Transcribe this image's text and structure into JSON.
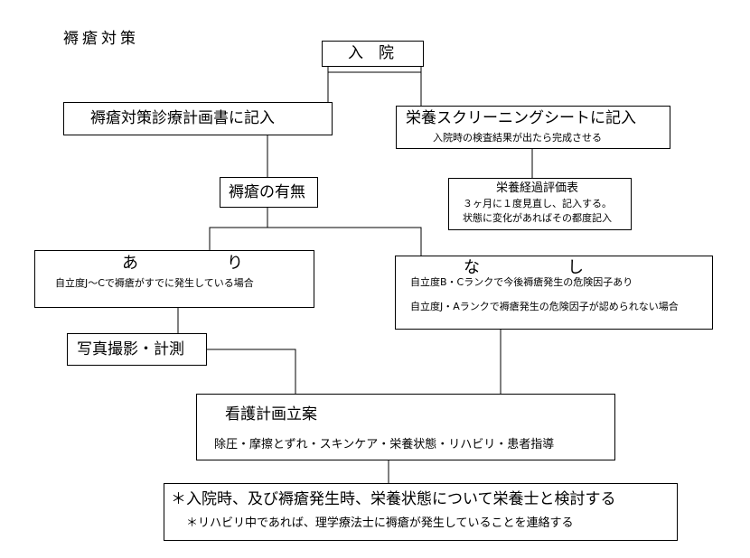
{
  "title": "褥瘡対策",
  "nodes": {
    "admission": {
      "label": "入　院"
    },
    "care_plan_doc": {
      "label": "褥瘡対策診療計画書に記入"
    },
    "nutrition_screening": {
      "label": "栄養スクリーニングシートに記入",
      "note": "入院時の検査結果が出たら完成させる"
    },
    "nutrition_progress": {
      "label": "栄養経過評価表",
      "line1": "３ヶ月に１度見直し、記入する。",
      "line2": "状態に変化があればその都度記入"
    },
    "pressure_ulcer_presence": {
      "label": "褥瘡の有無"
    },
    "yes_branch": {
      "label_a": "あ",
      "label_b": "り",
      "desc": "自立度J～Cで褥瘡がすでに発生している場合"
    },
    "no_branch": {
      "label_a": "な",
      "label_b": "し",
      "desc1": "自立度B・Cランクで今後褥瘡発生の危険因子あり",
      "desc2": "自立度J・Aランクで褥瘡発生の危険因子が認められない場合"
    },
    "photo_measure": {
      "label": "写真撮影・計測"
    },
    "nursing_plan": {
      "label": "看護計画立案",
      "items": "除圧・摩擦とずれ・スキンケア・栄養状態・リハビリ・患者指導"
    },
    "final_note": {
      "line1": "＊入院時、及び褥瘡発生時、栄養状態について栄養士と検討する",
      "line2": "＊リハビリ中であれば、理学療法士に褥瘡が発生していることを連絡する"
    }
  }
}
